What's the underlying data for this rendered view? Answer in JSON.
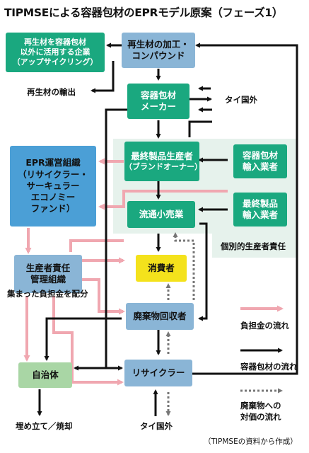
{
  "title": "TIPMSEによる容器包材のEPRモデル原案（フェーズ1）",
  "nodes": {
    "recycled_company": [
      "再生材を容器包材",
      "以外に活用する企業",
      "（アップサイクリング）"
    ],
    "processing": [
      "再生材の加工・",
      "コンパウンド"
    ],
    "packaging_maker": [
      "容器包材",
      "メーカー"
    ],
    "final_producer": [
      "最終製品生産者",
      "（ブランドオーナー）"
    ],
    "packaging_importer": [
      "容器包材",
      "輸入業者"
    ],
    "product_importer": [
      "最終製品",
      "輸入業者"
    ],
    "retailer": "流通小売業",
    "epr_org": [
      "EPR運営組織",
      "（リサイクラー・",
      "サーキュラー",
      "エコノミー",
      "ファンド）"
    ],
    "pro": [
      "生産者責任",
      "管理組織"
    ],
    "consumer": "消費者",
    "collector": "廃棄物回収者",
    "municipality": "自治体",
    "recycler": "リサイクラー"
  },
  "labels": {
    "export": "再生材の輸出",
    "thailand_top": "タイ国外",
    "individual_responsibility": "個別的生産者責任",
    "distribute": "集まった負担金を配分",
    "landfill": "埋め立て／焼却",
    "thailand_bottom": "タイ国外",
    "source": "（TIPMSEの資料から作成）"
  },
  "legend": {
    "fee": "負担金の流れ",
    "packaging": "容器包材の流れ",
    "waste_value": [
      "廃棄物への",
      "対価の流れ"
    ]
  },
  "colors": {
    "teal": "#1aa87f",
    "blue": "#8ab5d6",
    "bright_blue": "#4b9fd6",
    "yellow": "#f4e21c",
    "green": "#a9d6a5",
    "pink": "#f0a7b0",
    "region": "#e6f2ec"
  }
}
